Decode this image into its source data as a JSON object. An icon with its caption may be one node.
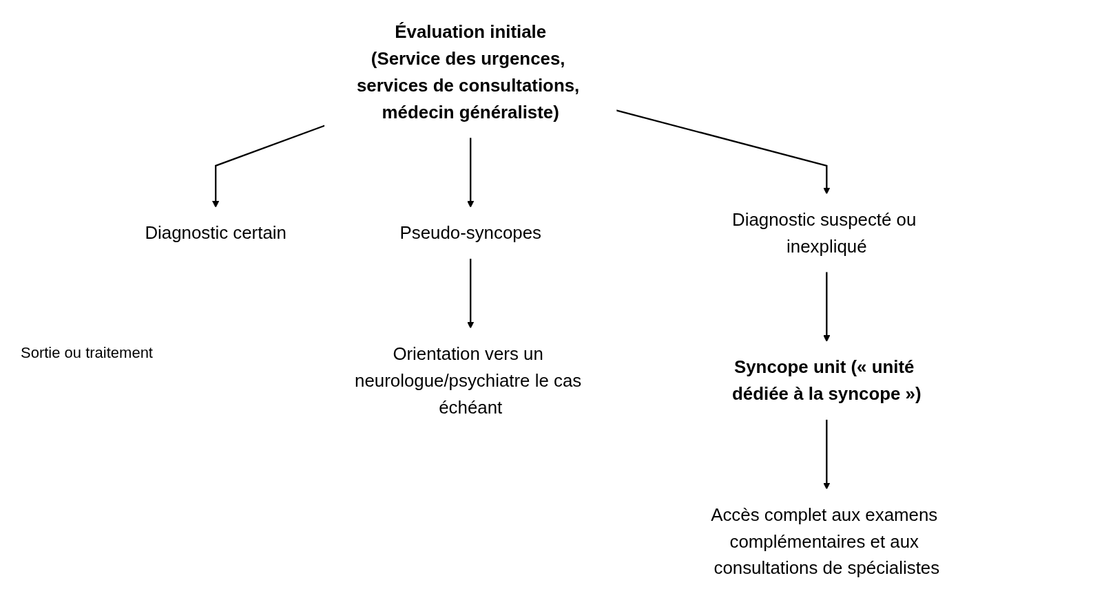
{
  "diagram": {
    "nodes": [
      {
        "text": [
          "Évaluation initiale",
          "(Service des urgences, services de consultations, médecin généraliste)"
        ]
      },
      {
        "text": [
          "Diagnostic certain"
        ]
      },
      {
        "text": [
          "Pseudo-syncopes"
        ]
      },
      {
        "text": [
          "Diagnostic suspecté ou inexpliqué"
        ]
      },
      {
        "text": [
          "Orientation vers un neurologue/psychiatre le cas échéant"
        ]
      },
      {
        "text": [
          "Syncope unit (« unité dédiée à la syncope »)"
        ]
      },
      {
        "text": [
          "Accès complet aux examens complémentaires et aux consultations de spécialistes"
        ]
      }
    ],
    "edges": [
      {
        "from": 0,
        "to": 1,
        "arrow": "to"
      },
      {
        "from": 0,
        "to": 2,
        "arrow": "to"
      },
      {
        "from": 0,
        "to": 3,
        "arrow": "to"
      },
      {
        "from": 2,
        "to": 4,
        "arrow": "to"
      },
      {
        "from": 3,
        "to": 5,
        "arrow": "to"
      },
      {
        "from": 5,
        "to": 6,
        "arrow": "to"
      }
    ],
    "labels": [
      "Sortie ou traitement"
    ]
  }
}
